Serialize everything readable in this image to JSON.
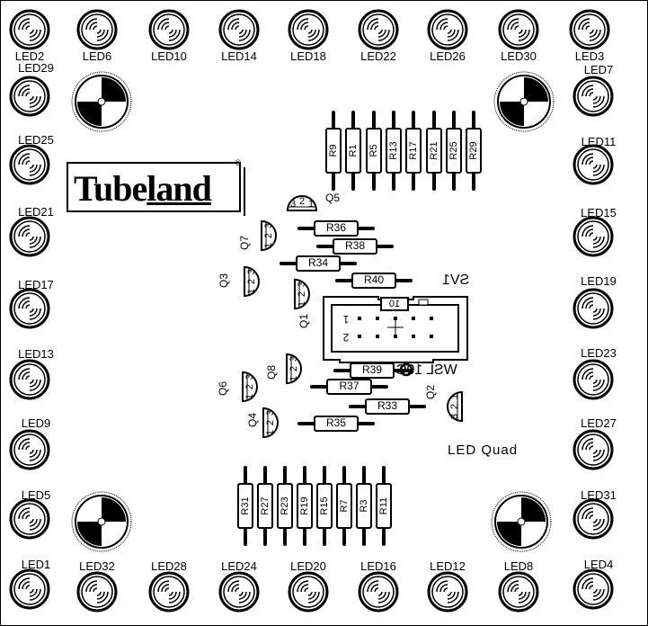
{
  "board": {
    "title": "LED Quad",
    "logo": {
      "prefix": "Tube",
      "underlined": "land",
      "mark": "®"
    },
    "connector": {
      "name": "SV1",
      "type": "WSL 10G",
      "pin_count_label": "10",
      "pin1_label": "1",
      "pin2_label": "2"
    },
    "leds_top": [
      "LED2",
      "LED6",
      "LED10",
      "LED14",
      "LED18",
      "LED22",
      "LED26",
      "LED30",
      "LED3"
    ],
    "leds_left": [
      "LED29",
      "LED25",
      "LED21",
      "LED17",
      "LED13",
      "LED9",
      "LED5",
      "LED1"
    ],
    "leds_right": [
      "LED7",
      "LED11",
      "LED15",
      "LED19",
      "LED23",
      "LED27",
      "LED31",
      "LED4"
    ],
    "leds_bottom": [
      "LED32",
      "LED28",
      "LED24",
      "LED20",
      "LED16",
      "LED12",
      "LED8"
    ],
    "resistors_top": [
      "R9",
      "R1",
      "R5",
      "R13",
      "R17",
      "R21",
      "R25",
      "R29"
    ],
    "resistors_bottom": [
      "R31",
      "R27",
      "R23",
      "R19",
      "R15",
      "R7",
      "R3",
      "R11"
    ],
    "resistors_horizontal": [
      "R36",
      "R38",
      "R34",
      "R40",
      "R39",
      "R37",
      "R33",
      "R35"
    ],
    "transistors": [
      "Q5",
      "Q7",
      "Q3",
      "Q1",
      "Q8",
      "Q6",
      "Q4",
      "Q2"
    ],
    "transistor_pins": [
      "1",
      "2",
      "3"
    ]
  }
}
